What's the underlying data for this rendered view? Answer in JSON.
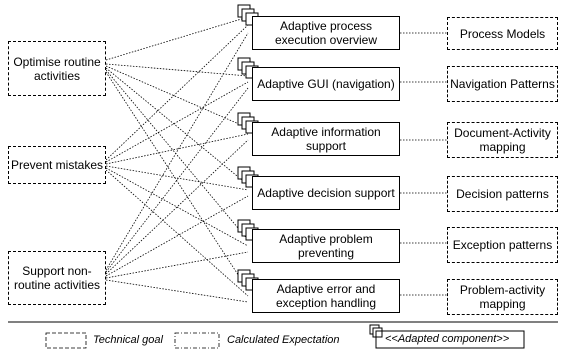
{
  "goals": [
    {
      "label": "Optimise routine activities"
    },
    {
      "label": "Prevent mistakes"
    },
    {
      "label": "Support non-routine activities"
    }
  ],
  "components": [
    {
      "label": "Adaptive process execution overview"
    },
    {
      "label": "Adaptive GUI (navigation)"
    },
    {
      "label": "Adaptive information support"
    },
    {
      "label": "Adaptive decision support"
    },
    {
      "label": "Adaptive problem preventing"
    },
    {
      "label": "Adaptive error and exception handling"
    }
  ],
  "expectations": [
    {
      "label": "Process Models"
    },
    {
      "label": "Navigation Patterns"
    },
    {
      "label": "Document-Activity mapping"
    },
    {
      "label": "Decision patterns"
    },
    {
      "label": "Exception patterns"
    },
    {
      "label": "Problem-activity mapping"
    }
  ],
  "legend": {
    "technical_goal": "Technical goal",
    "calculated_expectation": "Calculated Expectation",
    "adapted_component": "<<Adapted component>>"
  }
}
